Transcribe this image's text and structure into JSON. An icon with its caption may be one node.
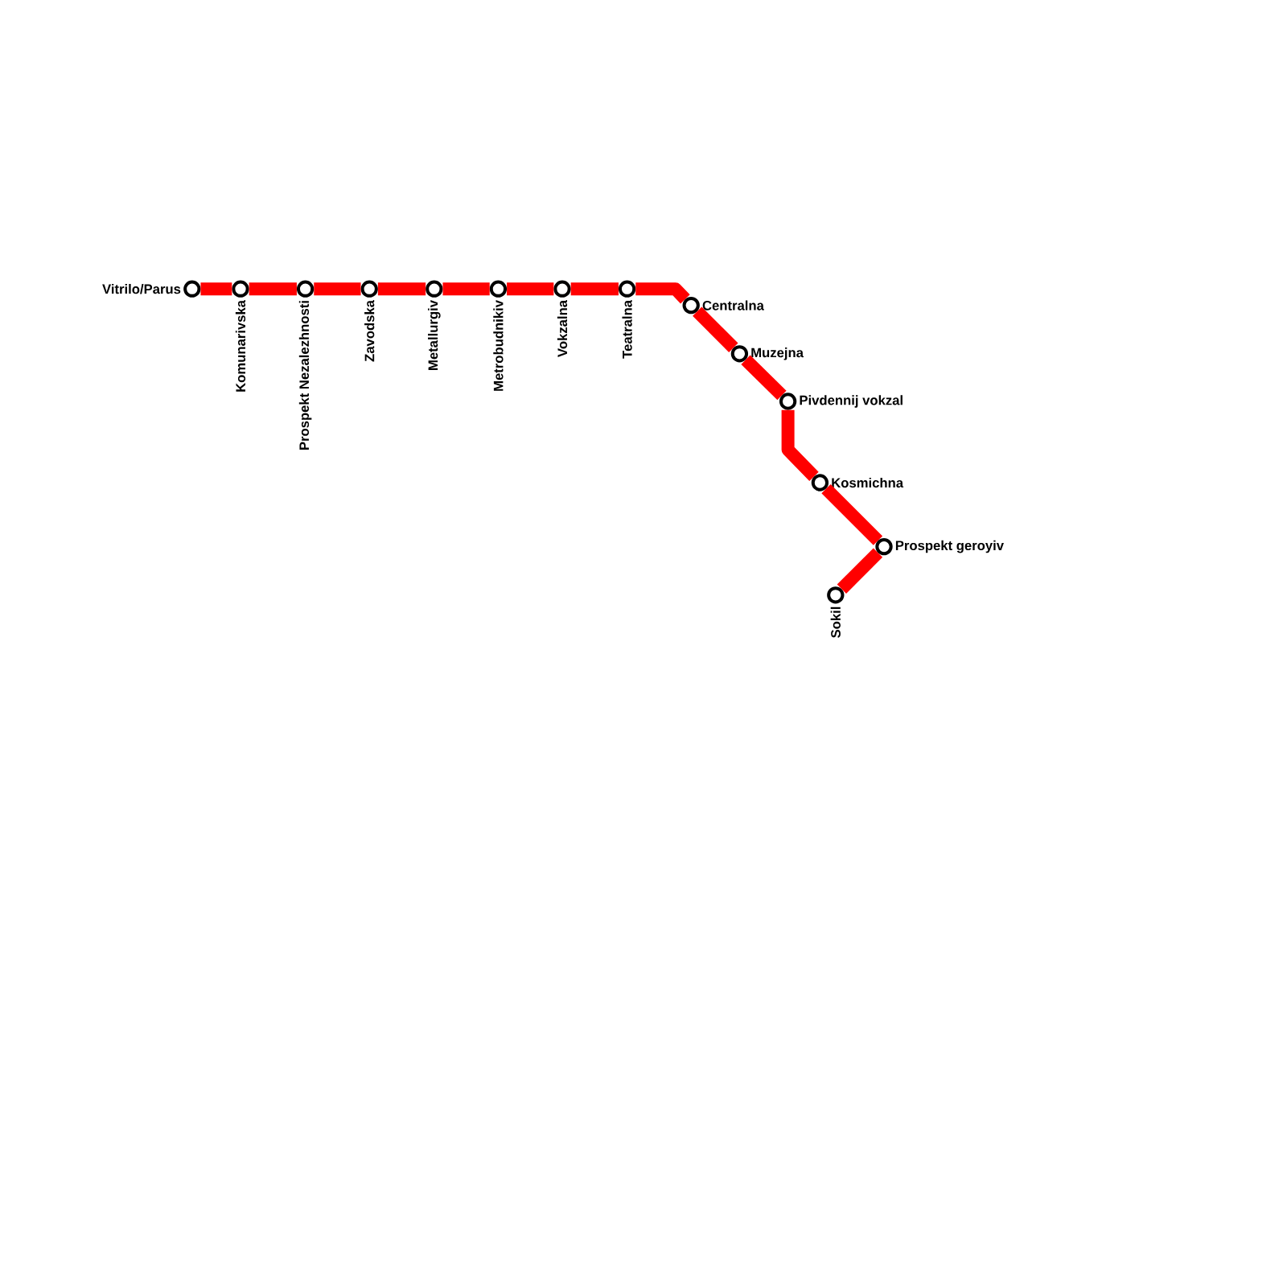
{
  "diagram": {
    "nodes": [
      {
        "text": [],
        "shape": "circle",
        "beside": [
          "Vitrilo/Parus"
        ]
      },
      {
        "text": [],
        "shape": "circle",
        "beside": [
          "Komunarivska"
        ]
      },
      {
        "text": [],
        "shape": "circle",
        "beside": [
          "Prospekt Nezalezhnosti"
        ]
      },
      {
        "text": [],
        "shape": "circle",
        "beside": [
          "Zavodska"
        ]
      },
      {
        "text": [],
        "shape": "circle",
        "beside": [
          "Metallurgiv"
        ]
      },
      {
        "text": [],
        "shape": "circle",
        "beside": [
          "Metrobudnikiv"
        ]
      },
      {
        "text": [],
        "shape": "circle",
        "beside": [
          "Vokzalna"
        ]
      },
      {
        "text": [],
        "shape": "circle",
        "beside": [
          "Teatralna"
        ]
      },
      {
        "text": [],
        "shape": "circle",
        "beside": [
          "Centralna"
        ]
      },
      {
        "text": [],
        "shape": "circle",
        "beside": [
          "Muzejna"
        ]
      },
      {
        "text": [],
        "shape": "circle",
        "beside": [
          "Pivdennij vokzal"
        ]
      },
      {
        "text": [],
        "shape": "circle",
        "beside": [
          "Kosmichna"
        ]
      },
      {
        "text": [],
        "shape": "circle",
        "beside": [
          "Prospekt geroyiv"
        ]
      },
      {
        "text": [],
        "shape": "circle",
        "beside": [
          "Sokil"
        ]
      }
    ],
    "edges": [
      {
        "from": 0,
        "to": 1,
        "arrow": "none"
      },
      {
        "from": 1,
        "to": 2,
        "arrow": "none"
      },
      {
        "from": 2,
        "to": 3,
        "arrow": "none"
      },
      {
        "from": 3,
        "to": 4,
        "arrow": "none"
      },
      {
        "from": 4,
        "to": 5,
        "arrow": "none"
      },
      {
        "from": 5,
        "to": 6,
        "arrow": "none"
      },
      {
        "from": 6,
        "to": 7,
        "arrow": "none"
      },
      {
        "from": 7,
        "to": 8,
        "arrow": "none"
      },
      {
        "from": 8,
        "to": 9,
        "arrow": "none"
      },
      {
        "from": 9,
        "to": 10,
        "arrow": "none"
      },
      {
        "from": 10,
        "to": 11,
        "arrow": "none"
      },
      {
        "from": 11,
        "to": 12,
        "arrow": "none"
      },
      {
        "from": 12,
        "to": 13,
        "arrow": "none"
      }
    ]
  }
}
